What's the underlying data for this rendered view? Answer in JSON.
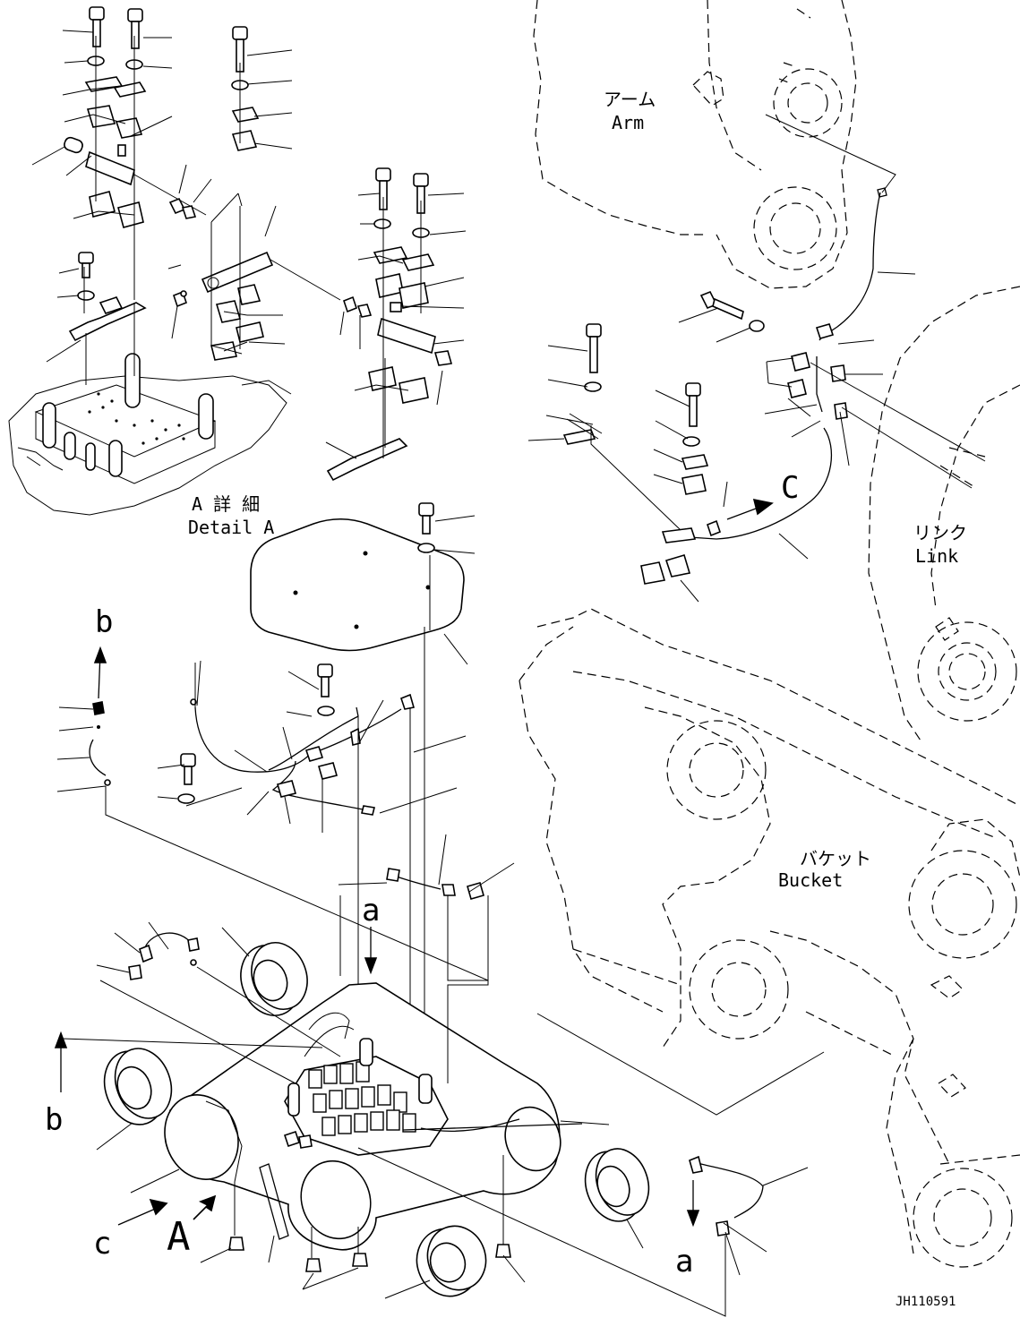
{
  "labels": {
    "arm_ja": "アーム",
    "arm_en": "Arm",
    "link_ja": "リンク",
    "link_en": "Link",
    "bucket_ja": "バケット",
    "bucket_en": "Bucket",
    "detail_ja": "A 詳 細",
    "detail_en": "Detail A",
    "ref_b": "b",
    "ref_a": "a",
    "ref_c": "c",
    "ref_C": "C",
    "ref_A": "A",
    "drawing_id": "JH110591"
  }
}
